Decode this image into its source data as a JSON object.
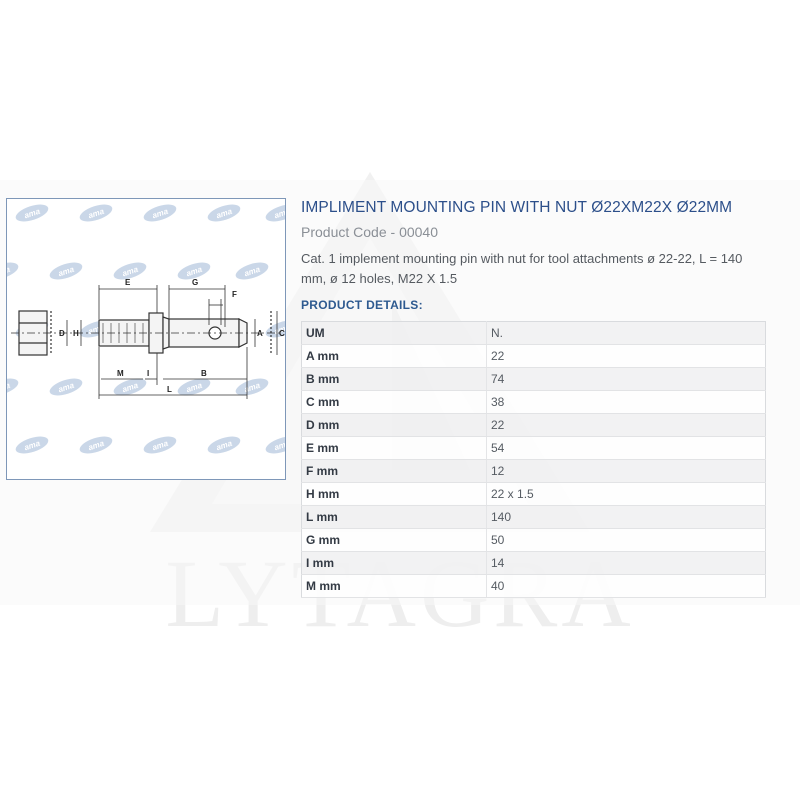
{
  "watermark": {
    "text": "LYTAGRA"
  },
  "product": {
    "title": "IMPLIMENT MOUNTING PIN WITH NUT Ø22XM22X Ø22MM",
    "code_label": "Product Code - ",
    "code": "00040",
    "description": "Cat. 1 implement mounting pin with nut for tool attachments ø 22-22, L = 140 mm, ø 12 holes, M22 X 1.5",
    "details_heading": "PRODUCT DETAILS:"
  },
  "drawing": {
    "logo_text": "ama",
    "dimension_labels": {
      "A": "A",
      "B": "B",
      "C": "C",
      "D": "D",
      "E": "E",
      "F": "F",
      "G": "G",
      "H": "H",
      "I": "I",
      "L": "L",
      "M": "M"
    }
  },
  "details": {
    "header": {
      "key": "UM",
      "value": "N."
    },
    "rows": [
      {
        "key": "A mm",
        "value": "22"
      },
      {
        "key": "B mm",
        "value": "74"
      },
      {
        "key": "C mm",
        "value": "38"
      },
      {
        "key": "D mm",
        "value": "22"
      },
      {
        "key": "E mm",
        "value": "54"
      },
      {
        "key": "F mm",
        "value": "12"
      },
      {
        "key": "H mm",
        "value": "22 x 1.5"
      },
      {
        "key": "L mm",
        "value": "140"
      },
      {
        "key": "G mm",
        "value": "50"
      },
      {
        "key": "I mm",
        "value": "14"
      },
      {
        "key": "M mm",
        "value": "40"
      }
    ]
  }
}
